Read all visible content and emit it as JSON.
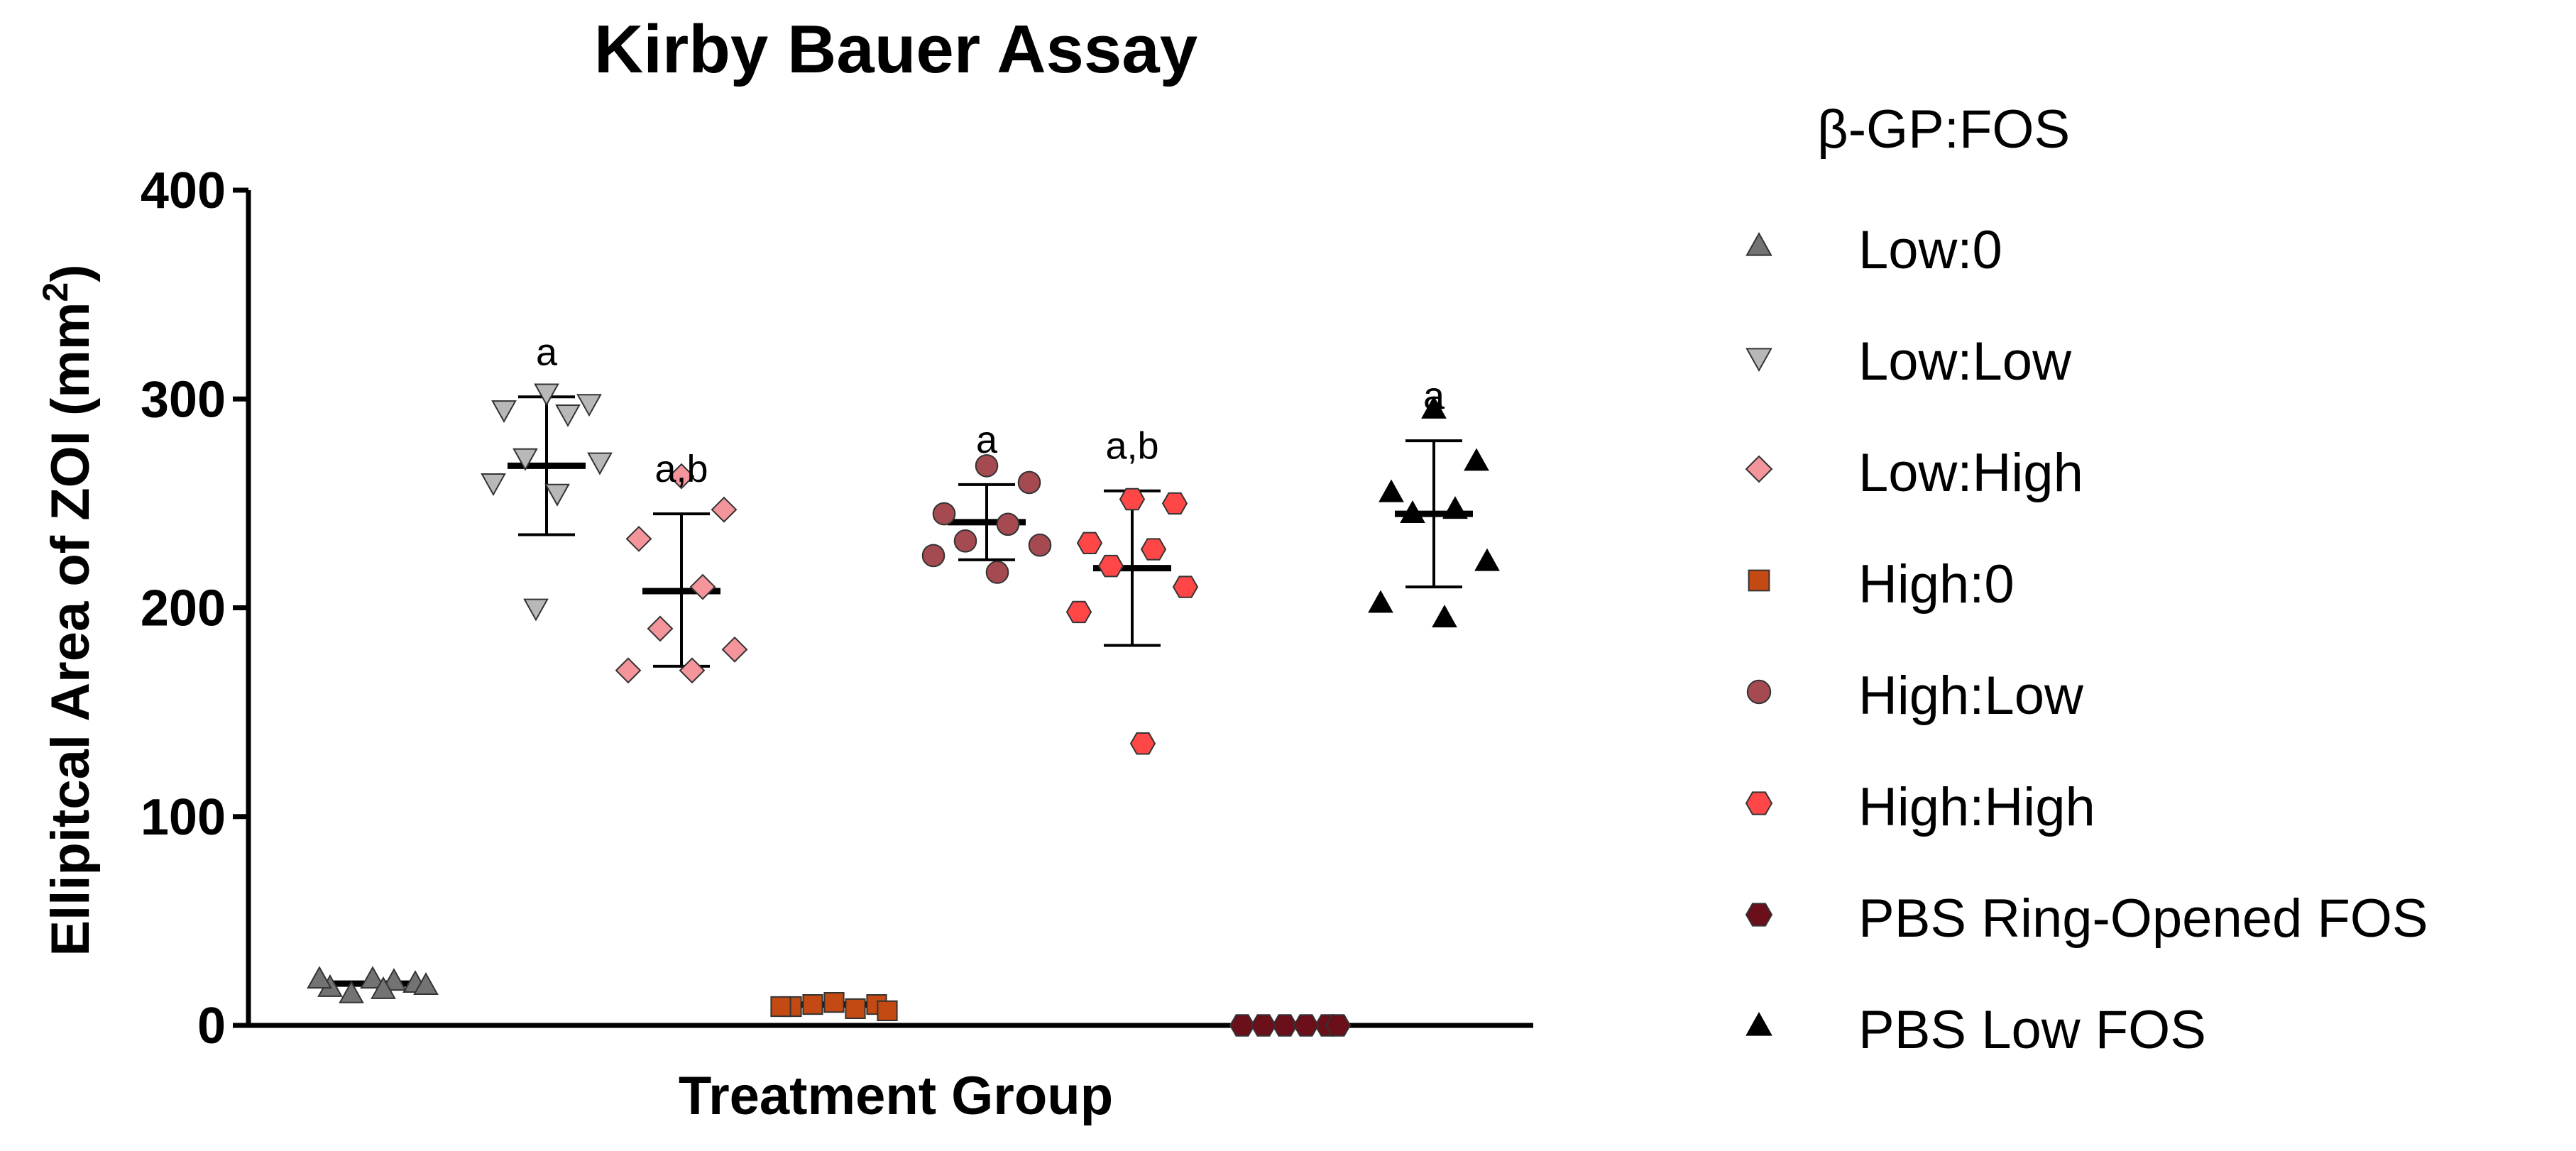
{
  "chart_data": {
    "type": "scatter",
    "title": "Kirby Bauer Assay",
    "xlabel": "Treatment Group",
    "ylabel": "Ellipitcal Area of ZOI (mm²)",
    "ylabel_main": "Ellipitcal Area of ZOI (mm",
    "ylabel_sup": "2",
    "ylabel_close": ")",
    "ylim": [
      0,
      400
    ],
    "yticks": [
      0,
      100,
      200,
      300,
      400
    ],
    "grid": false,
    "legend": {
      "title": "β-GP:FOS",
      "placement": "right"
    },
    "series": [
      {
        "name": "Low:0",
        "marker": "triangle-up",
        "color": "#737373",
        "mean": 20,
        "err_low": 20,
        "err_high": 20,
        "annotation": "",
        "values": [
          22,
          20,
          18,
          21,
          15,
          19,
          22,
          17
        ]
      },
      {
        "name": "Low:Low",
        "marker": "triangle-down",
        "color": "#b8b8b8",
        "mean": 268,
        "err_low": 235,
        "err_high": 301,
        "annotation": "a",
        "values": [
          303,
          298,
          295,
          293,
          272,
          270,
          260,
          255,
          200
        ]
      },
      {
        "name": "Low:High",
        "marker": "diamond",
        "color": "#f4949b",
        "mean": 208,
        "err_low": 172,
        "err_high": 245,
        "annotation": "a,b",
        "values": [
          263,
          247,
          233,
          210,
          190,
          180,
          170,
          170
        ]
      },
      {
        "name": "High:0",
        "marker": "square",
        "color": "#c34a12",
        "mean": 10,
        "err_low": 10,
        "err_high": 10,
        "annotation": "",
        "values": [
          11,
          10,
          9,
          8,
          10,
          7,
          9
        ]
      },
      {
        "name": "High:Low",
        "marker": "circle",
        "color": "#a44a50",
        "mean": 241,
        "err_low": 223,
        "err_high": 259,
        "annotation": "a",
        "values": [
          268,
          260,
          245,
          240,
          232,
          230,
          225,
          217
        ]
      },
      {
        "name": "High:High",
        "marker": "hexagon",
        "color": "#ff4747",
        "mean": 219,
        "err_low": 182,
        "err_high": 256,
        "annotation": "a,b",
        "values": [
          252,
          250,
          231,
          228,
          220,
          210,
          198,
          135
        ]
      },
      {
        "name": "PBS Ring-Opened FOS",
        "marker": "hexagon",
        "color": "#6b0f1a",
        "mean": 0,
        "err_low": 0,
        "err_high": 0,
        "annotation": "",
        "values": [
          0,
          0,
          0,
          0,
          0,
          0
        ]
      },
      {
        "name": "PBS Low FOS",
        "marker": "triangle-up",
        "color": "#000000",
        "mean": 245,
        "err_low": 210,
        "err_high": 280,
        "annotation": "a",
        "values": [
          295,
          270,
          255,
          247,
          245,
          222,
          202,
          195
        ]
      }
    ]
  }
}
